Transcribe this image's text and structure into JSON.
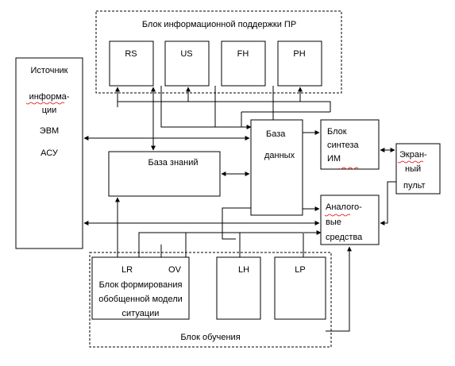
{
  "groups": {
    "info_support_title": "Блок информационной поддержки ПР",
    "learning_title": "Блок обучения"
  },
  "source": {
    "lines": [
      "Источник",
      "информа-",
      "ции",
      "ЭВМ",
      "АСУ"
    ]
  },
  "modules": {
    "rs": "RS",
    "us": "US",
    "fh": "FH",
    "ph": "PH",
    "lh": "LH",
    "lp": "LP"
  },
  "knowledge_base": "База знаний",
  "database": {
    "lines": [
      "База",
      "данных"
    ]
  },
  "synth": {
    "lines": [
      "Блок",
      "синтеза",
      "ИМ"
    ]
  },
  "screen_console": {
    "lines": [
      "Экран-",
      "ный",
      "пульт"
    ]
  },
  "analog": {
    "lines": [
      "Аналого-",
      "вые",
      "средства"
    ]
  },
  "situation_model": {
    "lr": "LR",
    "ov": "OV",
    "lines": [
      "Блок формирования",
      "обобщенной модели",
      "ситуации"
    ]
  }
}
